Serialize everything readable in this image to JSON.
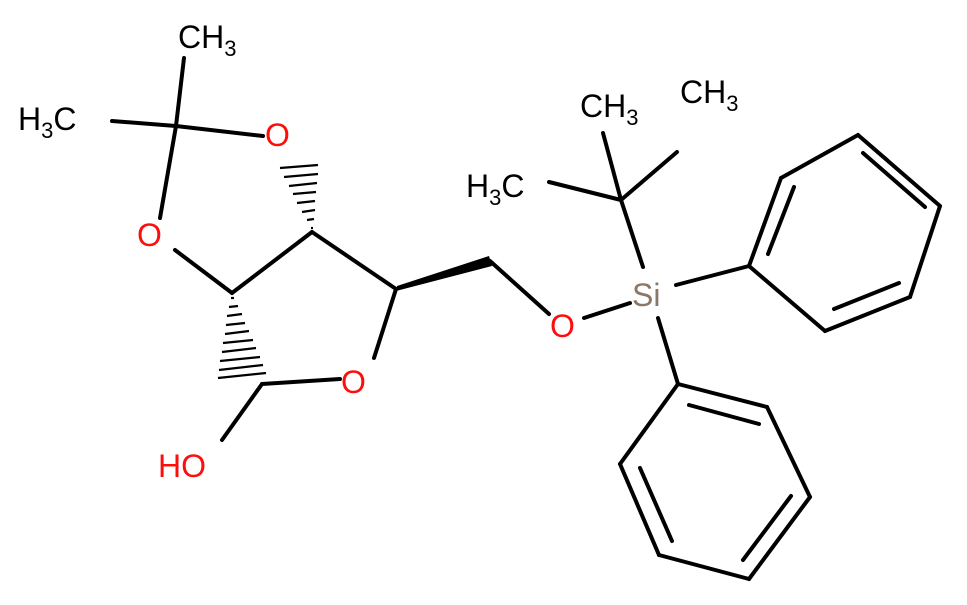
{
  "colors": {
    "bond": "#000000",
    "carbon": "#000000",
    "oxygen": "#ff0d0d",
    "silicon": "#8b7765",
    "background": "#ffffff"
  },
  "atoms": {
    "ch3_top": {
      "main": "CH",
      "sub": "3"
    },
    "h3c_left": {
      "main": "H",
      "sub": "3",
      "tail": "C"
    },
    "o_dioxolane_top": {
      "main": "O"
    },
    "o_dioxolane_left": {
      "main": "O"
    },
    "o_ring": {
      "main": "O"
    },
    "oh": {
      "main": "HO"
    },
    "o_ether": {
      "main": "O"
    },
    "si": {
      "main": "Si"
    },
    "ch3_tbu_top": {
      "main": "CH",
      "sub": "3"
    },
    "ch3_tbu_right": {
      "main": "CH",
      "sub": "3"
    },
    "h3c_tbu_left": {
      "main": "H",
      "sub": "3",
      "tail": "C"
    }
  }
}
